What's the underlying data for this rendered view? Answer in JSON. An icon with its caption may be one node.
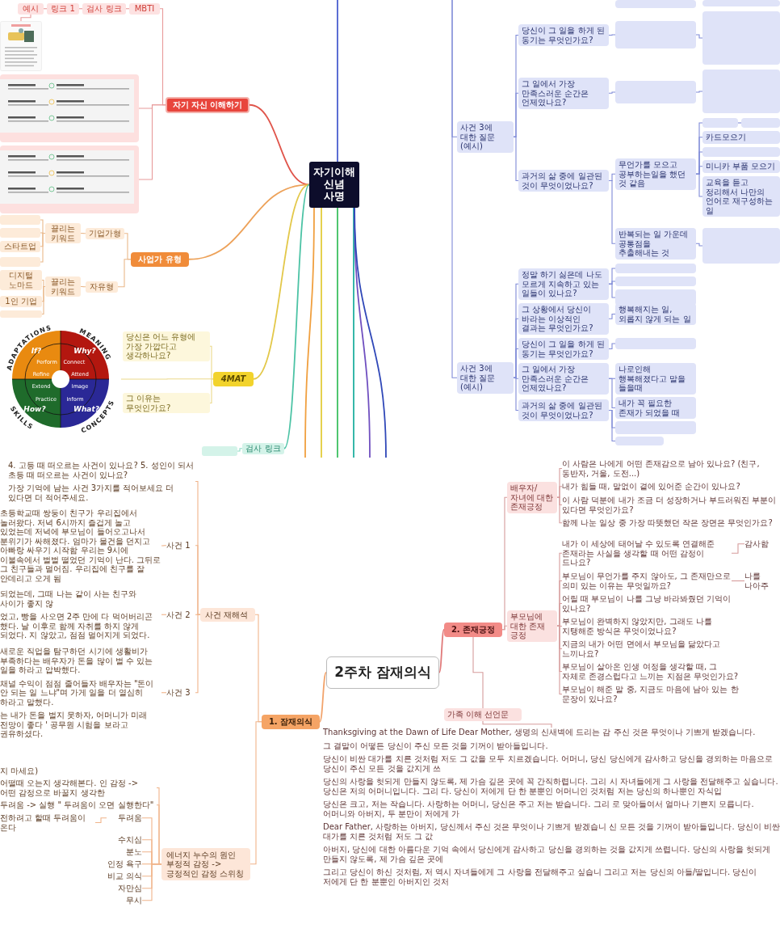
{
  "diagram": {
    "nodes": [
      {
        "text": [
          "자기이해 신념 사명"
        ]
      },
      {
        "text": [
          "자기 자신 이해하기"
        ]
      },
      {
        "text": [
          "MBTI"
        ]
      },
      {
        "text": [
          "검사 링크"
        ]
      },
      {
        "text": [
          "링크 1"
        ]
      },
      {
        "text": [
          "예시"
        ]
      },
      {
        "text": [],
        "shape": "picture"
      },
      {
        "text": [],
        "shape": "picture"
      },
      {
        "text": [],
        "shape": "picture"
      },
      {
        "text": [
          "사업가 유형"
        ]
      },
      {
        "text": [
          "기업가형"
        ]
      },
      {
        "text": [
          "끌리는 키워드"
        ]
      },
      {
        "text": [],
        "shape": "box"
      },
      {
        "text": [],
        "shape": "box"
      },
      {
        "text": [
          "스타트업"
        ]
      },
      {
        "text": [],
        "shape": "box"
      },
      {
        "text": [
          "자유형"
        ]
      },
      {
        "text": [
          "끌리는 키워드"
        ]
      },
      {
        "text": [
          "디지털 노마드"
        ]
      },
      {
        "text": [
          "1인 기업"
        ]
      },
      {
        "text": [],
        "shape": "box"
      },
      {
        "text": [
          "4MAT"
        ]
      },
      {
        "text": [],
        "shape": "picture"
      },
      {
        "text": [
          "당신은 어느 유형에 가장 가깝다고 생각하나요?"
        ]
      },
      {
        "text": [
          "그 이유는 무엇인가요?"
        ]
      },
      {
        "text": [
          "검사 링크"
        ]
      },
      {
        "text": [],
        "shape": "box"
      },
      {
        "text": [
          "사건 3에 대한 질문(예시)"
        ]
      },
      {
        "text": [
          "당신이 그 일을 하게 된 동기는 무엇인가요?"
        ]
      },
      {
        "text": [],
        "shape": "box"
      },
      {
        "text": [],
        "shape": "box"
      },
      {
        "text": [],
        "shape": "box"
      },
      {
        "text": [],
        "shape": "box"
      },
      {
        "text": [
          "그 일에서 가장 만족스러운 순간은 언제였나요?"
        ]
      },
      {
        "text": [],
        "shape": "box"
      },
      {
        "text": [],
        "shape": "box"
      },
      {
        "text": [
          "과거의 삶 중에 일관된 것이 무엇이었나요?"
        ]
      },
      {
        "text": [
          "무언가를 모으고 공부하는일을 했던 것 같음"
        ]
      },
      {
        "text": [],
        "shape": "box"
      },
      {
        "text": [],
        "shape": "box"
      },
      {
        "text": [
          "카드모으기"
        ]
      },
      {
        "text": [],
        "shape": "box"
      },
      {
        "text": [
          "미니카 부품 모으기"
        ]
      },
      {
        "text": [
          "교육을 듣고 정리해서 나만의 언어로 재구성하는 일"
        ]
      },
      {
        "text": [
          "반복되는 일 가운데 공통점을 추출해내는 것"
        ]
      },
      {
        "text": [],
        "shape": "box"
      },
      {
        "text": [
          "사건 3에 대한 질문 (예시)"
        ]
      },
      {
        "text": [
          "정말 하기 싫은데 나도 모르게 지속하고 있는 일들이 있나요?"
        ]
      },
      {
        "text": [],
        "shape": "box"
      },
      {
        "text": [],
        "shape": "box"
      },
      {
        "text": [],
        "shape": "box"
      },
      {
        "text": [
          "그 상황에서 당신이 바라는 이상적인 결과는 무엇인가요?"
        ]
      },
      {
        "text": [
          "행복해지는 일, 외롭지 않게 되는 일"
        ]
      },
      {
        "text": [
          "당신이 그 일을 하게 된 동기는 무엇인가요?"
        ]
      },
      {
        "text": [],
        "shape": "box"
      },
      {
        "text": [
          "그 일에서 가장 만족스러운 순간은 언제였나요?"
        ]
      },
      {
        "text": [
          "나로인해 행복해졌다고 말을 들을때"
        ]
      },
      {
        "text": [
          "내가 꼭 필요한 존재가 되었을 때"
        ]
      },
      {
        "text": [
          "과거의 삶 중에 일관된 것이 무엇이었나요?"
        ]
      },
      {
        "text": [],
        "shape": "box"
      },
      {
        "text": [],
        "shape": "box"
      },
      {
        "text": [
          "2주차 잠재의식"
        ]
      },
      {
        "text": [
          "1. 잠재의식"
        ]
      },
      {
        "text": [
          "사건 재해석"
        ]
      },
      {
        "text": [
          "에너지 누수의 원인 부정적 감정 -> 긍정적인 감정 스위칭"
        ]
      },
      {
        "text": [
          "4. 고등 때 떠오르는 사건이 있나요? 5. 성인이 되서 초등 때 떠오르는 사건이 있나요?",
          "가장 기억에 남는 사건 3가지를 적어보세요 더 있다면 더 적어주세요."
        ]
      },
      {
        "text": [
          "사건 1"
        ]
      },
      {
        "text": [
          "초등학교때 쌍둥이 친구가 우리집에서 놀러왔다. 저녁 6시까지 즐겁게 놀고 있었는데 저녁에 부모님이 들어오고나서 분위기가 싸해졌다. 엄마가 물건을 던지고 아빠랑 싸우기 시작함 우리는 9시에 이불속에서 벌벌 떨었던 기억이 난다. 그뒤로 그 친구들과 멀어짐. 우리집에 친구를 잘 안데리고 오게 됨"
        ]
      },
      {
        "text": [
          "사건 2"
        ]
      },
      {
        "text": [
          "되었는데, 그때 나는 같이 사는 친구와 사이가 좋지 않",
          "었고, 빵을 사오면 2주 만에 다 먹어버리곤 했다. 날 이후로 함께 자취를 하지 않게 되었다. 지 않았고, 점점 멀어지게 되었다."
        ]
      },
      {
        "text": [
          "사건 3"
        ]
      },
      {
        "text": [
          "새로운 직업을 탐구하던 시기에 생활비가 부족하다는 배우자가 돈을 많이 벌 수 있는 일을 하라고 압박했다.",
          "채널 수익이 점점 줄어들자 배우자는 \"돈이 안 되는 일 느냐\"며 가게 일을 더 열심히 하라고 말했다.",
          "는 내가 돈을 벌지 못하자, 어머니가 미래 전망이 좋다 ' 공무원 시험을 보라고 권유하셨다."
        ]
      },
      {
        "text": [
          "어떨때 오는지 생각해본다. 인 감정 -> 어떤 감정으로 바꿀지 생각한"
        ]
      },
      {
        "text": [
          "두려움 -> 실행 \" 두려움이 오면 실행한다\""
        ]
      },
      {
        "text": [
          "두려움"
        ]
      },
      {
        "text": [
          "전하려고 할때 두려움이 온다"
        ]
      },
      {
        "text": [
          "수치심"
        ]
      },
      {
        "text": [
          "분노"
        ]
      },
      {
        "text": [
          "인정 욕구"
        ]
      },
      {
        "text": [
          "비교 의식"
        ]
      },
      {
        "text": [
          "자만심"
        ]
      },
      {
        "text": [
          "무시"
        ]
      },
      {
        "text": [
          "2. 존재긍정"
        ]
      },
      {
        "text": [
          "배우자/자녀에 대한 존재긍정"
        ]
      },
      {
        "text": [
          "이 사람은 나에게 어떤 존재감으로 남아 있나요? (친구, 동반자, 거울, 도전...)"
        ]
      },
      {
        "text": [
          "내가 힘들 때, 말없이 곁에 있어준 순간이 있나요?"
        ]
      },
      {
        "text": [
          "이 사람 덕분에 내가 조금 더 성장하거나 부드러워진 부분이 있다면 무엇인가요?"
        ]
      },
      {
        "text": [
          "함께 나눈 일상 중 가장 따뜻했던 작은 장면은 무엇인가요?"
        ]
      },
      {
        "text": [
          "부모님에 대한 존재 긍정"
        ]
      },
      {
        "text": [
          "내가 이 세상에 태어날 수 있도록 연결해준 존재라는 사실을 생각할 때 어떤 감정이 드나요?"
        ]
      },
      {
        "text": [
          "부모님이 무언가를 주지 않아도, 그 존재만으로 의미 있는 이유는 무엇일까요?"
        ]
      },
      {
        "text": [
          "어릴 때 부모님이 나를 그냥 바라봐줬던 기억이 있나요?"
        ]
      },
      {
        "text": [
          "부모님이 완벽하지 않았지만, 그래도 나를 지탱해준 방식은 무엇이었나요?"
        ]
      },
      {
        "text": [
          "지금의 내가 어떤 면에서 부모님을 닮았다고 느끼나요?"
        ]
      },
      {
        "text": [
          "부모님이 살아온 인생 여정을 생각할 때, 그 자체로 존경스럽다고 느끼는 지점은 무엇인가요?"
        ]
      },
      {
        "text": [
          "부모님이 해준 말 중, 지금도 마음에 남아 있는 한 문장이 있나요?"
        ]
      },
      {
        "text": [
          "감사함"
        ]
      },
      {
        "text": [
          "나를 나아주"
        ]
      },
      {
        "text": [
          "가족 이해 선언문"
        ]
      },
      {
        "text": [
          "Thanksgiving at the Dawn of Life Dear Mother, 생명의 신새벽에 드리는 감 주신 것은 무엇이나 기쁘게 받겠습니다.",
          "그 결말이 어떻든 당신이 주신 모든 것을 기꺼이 받아들입니다.",
          "당신이 비싼 대가를 치른 것처럼 저도 그 값을 모두 치르겠습니다. 어머니, 당신 당신에게 감사하고 당신을 경외하는 마음으로 당신이 주신 모든 것을 값지게 쓰",
          "당신의 사랑을 헛되게 만들지 않도록, 제 가슴 깊은 곳에 꼭 간직하렵니다. 그리 시 자녀들에게 그 사랑을 전달해주고 싶습니다. 당신은 저의 어머니입니다. 그리 다. 당신이 저에게 단 한 분뿐인 어머니인 것처럼 저는 당신의 하나뿐인 자식입",
          "당신은 크고, 저는 작습니다. 사랑하는 어머니, 당신은 주고 저는 받습니다. 그리 로 맞아들여서 얼마나 기쁜지 모릅니다. 어머니와 아버지, 두 분만이 저에게 가",
          "Dear Father, 사랑하는 아버지, 당신께서 주신 것은 무엇이나 기쁘게 받겠습니 신 모든 것을 기꺼이 받아들입니다. 당신이 비싼 대가를 치른 것처럼 저도 그 값",
          "아버지, 당신에 대한 아름다운 기억 속에서 당신에게 감사하고 당신을 경외하는 것을 값지게 쓰렵니다. 당신의 사랑을 헛되게 만들지 않도록, 제 가슴 깊은 곳에",
          "그리고 당신이 하신 것처럼, 저 역시 자녀들에게 그 사랑을 전달해주고 싶습니 그리고 저는 당신의 아들/딸입니다. 당신이 저에게 단 한 분뿐인 아버지인 것처"
        ]
      }
    ],
    "edges": [
      {
        "from": 0,
        "to": 1,
        "arrow": "none",
        "color": "#e0554b"
      },
      {
        "from": 1,
        "to": 2,
        "arrow": "none",
        "color": "#e89a9a"
      },
      {
        "from": 2,
        "to": 3,
        "arrow": "none",
        "color": "#e89a9a"
      },
      {
        "from": 3,
        "to": 4,
        "arrow": "none",
        "color": "#e89a9a"
      },
      {
        "from": 4,
        "to": 5,
        "arrow": "none",
        "color": "#e89a9a"
      },
      {
        "from": 5,
        "to": 6,
        "arrow": "none",
        "color": "#e89a9a"
      },
      {
        "from": 1,
        "to": 7,
        "arrow": "none",
        "color": "#e89a9a"
      },
      {
        "from": 1,
        "to": 8,
        "arrow": "none",
        "color": "#e89a9a"
      },
      {
        "from": 0,
        "to": 9,
        "arrow": "none",
        "color": "#eda25a"
      },
      {
        "from": 9,
        "to": 10,
        "arrow": "none",
        "color": "#eab88a"
      },
      {
        "from": 10,
        "to": 11,
        "arrow": "none",
        "color": "#eab88a"
      },
      {
        "from": 11,
        "to": 12,
        "arrow": "none",
        "color": "#eab88a"
      },
      {
        "from": 11,
        "to": 13,
        "arrow": "none",
        "color": "#eab88a"
      },
      {
        "from": 11,
        "to": 14,
        "arrow": "none",
        "color": "#eab88a"
      },
      {
        "from": 11,
        "to": 15,
        "arrow": "none",
        "color": "#eab88a"
      },
      {
        "from": 9,
        "to": 16,
        "arrow": "none",
        "color": "#eab88a"
      },
      {
        "from": 16,
        "to": 17,
        "arrow": "none",
        "color": "#eab88a"
      },
      {
        "from": 17,
        "to": 18,
        "arrow": "none",
        "color": "#eab88a"
      },
      {
        "from": 17,
        "to": 19,
        "arrow": "none",
        "color": "#eab88a"
      },
      {
        "from": 17,
        "to": 20,
        "arrow": "none",
        "color": "#eab88a"
      },
      {
        "from": 0,
        "to": 21,
        "arrow": "none",
        "color": "#e3c84a"
      },
      {
        "from": 21,
        "to": 22,
        "arrow": "none",
        "color": "#ecd98a"
      },
      {
        "from": 21,
        "to": 23,
        "arrow": "none",
        "color": "#ecd98a"
      },
      {
        "from": 21,
        "to": 24,
        "arrow": "none",
        "color": "#ecd98a"
      },
      {
        "from": 0,
        "to": 25,
        "arrow": "none",
        "color": "#4cc3a5"
      },
      {
        "from": 25,
        "to": 26,
        "arrow": "none",
        "color": "#8fdcc6"
      },
      {
        "from": null,
        "to": 27,
        "arrow": "none"
      },
      {
        "from": 27,
        "to": 28,
        "arrow": "none"
      },
      {
        "from": 28,
        "to": 29,
        "arrow": "none"
      },
      {
        "from": 29,
        "to": 30,
        "arrow": "none"
      },
      {
        "from": 27,
        "to": 33,
        "arrow": "none"
      },
      {
        "from": 33,
        "to": 34,
        "arrow": "none"
      },
      {
        "from": 34,
        "to": 35,
        "arrow": "none"
      },
      {
        "from": 27,
        "to": 36,
        "arrow": "none"
      },
      {
        "from": 36,
        "to": 37,
        "arrow": "none"
      },
      {
        "from": 37,
        "to": 38,
        "arrow": "none"
      },
      {
        "from": 38,
        "to": 39,
        "arrow": "none"
      },
      {
        "from": 37,
        "to": 40,
        "arrow": "none"
      },
      {
        "from": 37,
        "to": 41,
        "arrow": "none"
      },
      {
        "from": 37,
        "to": 42,
        "arrow": "none"
      },
      {
        "from": 37,
        "to": 43,
        "arrow": "none"
      },
      {
        "from": 36,
        "to": 44,
        "arrow": "none"
      },
      {
        "from": 44,
        "to": 45,
        "arrow": "none"
      },
      {
        "from": null,
        "to": 46,
        "arrow": "none"
      },
      {
        "from": 46,
        "to": 47,
        "arrow": "none"
      },
      {
        "from": 47,
        "to": 48,
        "arrow": "none"
      },
      {
        "from": 47,
        "to": 49,
        "arrow": "none"
      },
      {
        "from": 47,
        "to": 50,
        "arrow": "none"
      },
      {
        "from": 46,
        "to": 51,
        "arrow": "none"
      },
      {
        "from": 51,
        "to": 52,
        "arrow": "none"
      },
      {
        "from": 46,
        "to": 53,
        "arrow": "none"
      },
      {
        "from": 53,
        "to": 54,
        "arrow": "none"
      },
      {
        "from": 46,
        "to": 55,
        "arrow": "none"
      },
      {
        "from": 55,
        "to": 56,
        "arrow": "none"
      },
      {
        "from": 55,
        "to": 57,
        "arrow": "none"
      },
      {
        "from": 46,
        "to": 58,
        "arrow": "none"
      },
      {
        "from": 58,
        "to": 59,
        "arrow": "none"
      },
      {
        "from": 58,
        "to": 60,
        "arrow": "none"
      },
      {
        "from": 0,
        "to": null,
        "arrow": "none",
        "color": "#4a5fd0"
      },
      {
        "from": 0,
        "to": null,
        "arrow": "none",
        "color": "#f0a040"
      },
      {
        "from": 0,
        "to": null,
        "arrow": "none",
        "color": "#e3cc3a"
      },
      {
        "from": 0,
        "to": null,
        "arrow": "none",
        "color": "#3cc060"
      },
      {
        "from": 0,
        "to": null,
        "arrow": "none",
        "color": "#20b0a0"
      },
      {
        "from": 0,
        "to": null,
        "arrow": "none",
        "color": "#7050c0"
      },
      {
        "from": 0,
        "to": null,
        "arrow": "none",
        "color": "#3048b8"
      },
      {
        "from": 61,
        "to": 62,
        "arrow": "none",
        "color": "#f2a36b"
      },
      {
        "from": 62,
        "to": 63,
        "arrow": "none",
        "color": "#f0b48a"
      },
      {
        "from": 62,
        "to": 64,
        "arrow": "none",
        "color": "#f0b48a"
      },
      {
        "from": 63,
        "to": 65,
        "arrow": "none",
        "color": "#f0b48a"
      },
      {
        "from": 63,
        "to": 66,
        "arrow": "none",
        "color": "#f0b48a"
      },
      {
        "from": 66,
        "to": 67,
        "arrow": "none",
        "color": "#f0b48a"
      },
      {
        "from": 63,
        "to": 68,
        "arrow": "none",
        "color": "#f0b48a"
      },
      {
        "from": 68,
        "to": 69,
        "arrow": "none",
        "color": "#f0b48a"
      },
      {
        "from": 63,
        "to": 70,
        "arrow": "none",
        "color": "#f0b48a"
      },
      {
        "from": 70,
        "to": 71,
        "arrow": "none",
        "color": "#f0b48a"
      },
      {
        "from": 64,
        "to": 72,
        "arrow": "none",
        "color": "#f0b48a"
      },
      {
        "from": 64,
        "to": 73,
        "arrow": "none",
        "color": "#f0b48a"
      },
      {
        "from": 64,
        "to": 74,
        "arrow": "none",
        "color": "#f0b48a"
      },
      {
        "from": 74,
        "to": 75,
        "arrow": "none",
        "color": "#f0b48a"
      },
      {
        "from": 64,
        "to": 76,
        "arrow": "none",
        "color": "#f0b48a"
      },
      {
        "from": 64,
        "to": 77,
        "arrow": "none",
        "color": "#f0b48a"
      },
      {
        "from": 64,
        "to": 78,
        "arrow": "none",
        "color": "#f0b48a"
      },
      {
        "from": 64,
        "to": 79,
        "arrow": "none",
        "color": "#f0b48a"
      },
      {
        "from": 64,
        "to": 80,
        "arrow": "none",
        "color": "#f0b48a"
      },
      {
        "from": 64,
        "to": 81,
        "arrow": "none",
        "color": "#f0b48a"
      },
      {
        "from": 61,
        "to": 82,
        "arrow": "none",
        "color": "#e07a7a"
      },
      {
        "from": 82,
        "to": 83,
        "arrow": "none",
        "color": "#d69c9c"
      },
      {
        "from": 83,
        "to": 84,
        "arrow": "none",
        "color": "#d69c9c"
      },
      {
        "from": 83,
        "to": 85,
        "arrow": "none",
        "color": "#d69c9c"
      },
      {
        "from": 83,
        "to": 86,
        "arrow": "none",
        "color": "#d69c9c"
      },
      {
        "from": 83,
        "to": 87,
        "arrow": "none",
        "color": "#d69c9c"
      },
      {
        "from": 82,
        "to": 88,
        "arrow": "none",
        "color": "#d69c9c"
      },
      {
        "from": 88,
        "to": 89,
        "arrow": "none",
        "color": "#d69c9c"
      },
      {
        "from": 88,
        "to": 90,
        "arrow": "none",
        "color": "#d69c9c"
      },
      {
        "from": 88,
        "to": 91,
        "arrow": "none",
        "color": "#d69c9c"
      },
      {
        "from": 88,
        "to": 92,
        "arrow": "none",
        "color": "#d69c9c"
      },
      {
        "from": 88,
        "to": 93,
        "arrow": "none",
        "color": "#d69c9c"
      },
      {
        "from": 88,
        "to": 94,
        "arrow": "none",
        "color": "#d69c9c"
      },
      {
        "from": 88,
        "to": 95,
        "arrow": "none",
        "color": "#d69c9c"
      },
      {
        "from": 89,
        "to": 96,
        "arrow": "none",
        "color": "#d69c9c"
      },
      {
        "from": 90,
        "to": 97,
        "arrow": "none",
        "color": "#d69c9c"
      },
      {
        "from": 82,
        "to": 98,
        "arrow": "none",
        "color": "#d69c9c"
      },
      {
        "from": 98,
        "to": 99,
        "arrow": "none",
        "color": "#d69c9c"
      }
    ],
    "labels": [
      "ADAPTATIONS",
      "MEANING",
      "If?",
      "Why?",
      "Perform",
      "Connect",
      "Refine",
      "Attend",
      "Extend",
      "Image",
      "Practice",
      "Inform",
      "How?",
      "What?",
      "SKILLS",
      "CONCEPTS",
      "지 마세요)"
    ]
  }
}
